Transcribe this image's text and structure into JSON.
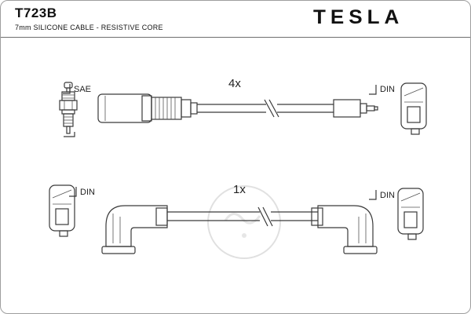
{
  "header": {
    "part_number": "T723B",
    "subtitle": "7mm SILICONE CABLE - RESISTIVE CORE",
    "brand": "TESLA"
  },
  "diagram": {
    "top_assembly": {
      "quantity": "4x",
      "left_connector_label": "SAE",
      "right_connector_label": "DIN"
    },
    "bottom_assembly": {
      "quantity": "1x",
      "left_connector_label": "DIN",
      "right_connector_label": "DIN"
    }
  },
  "colors": {
    "line": "#3a3a3a",
    "boot_fill": "#d6d6d6",
    "boot_shade": "#c0c0c0",
    "watermark": "#c8c8c8"
  }
}
